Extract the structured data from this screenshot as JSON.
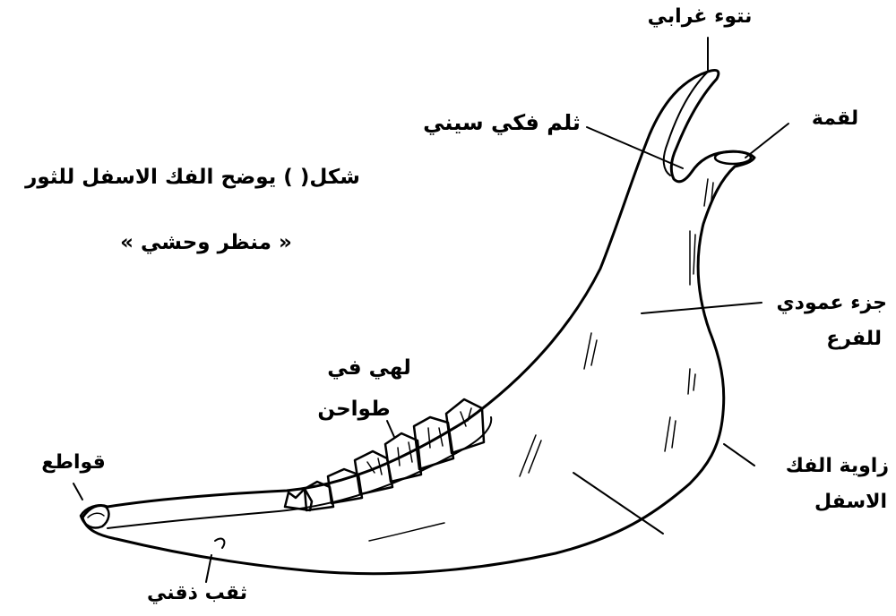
{
  "figure": {
    "caption_line1": "شكل(   ) يوضح الفك الاسفل للثور",
    "caption_line2": "« منظر وحشي »"
  },
  "labels": {
    "coronoid_process": "نتوء غرابي",
    "mandibular_notch": "ثلم فكي سيني",
    "condyle": "لقمة",
    "vertical_part_line1": "جزء عمودي",
    "vertical_part_line2": "للفرع",
    "mandible_angle_line1": "زاوية الفك",
    "mandible_angle_line2": "الاسفل",
    "molars_line1": "لهي في",
    "molars_line2": "طواحن",
    "incisors": "قواطع",
    "mental_foramen": "ثقب ذقني"
  },
  "colors": {
    "ink": "#000000",
    "background": "#ffffff"
  }
}
